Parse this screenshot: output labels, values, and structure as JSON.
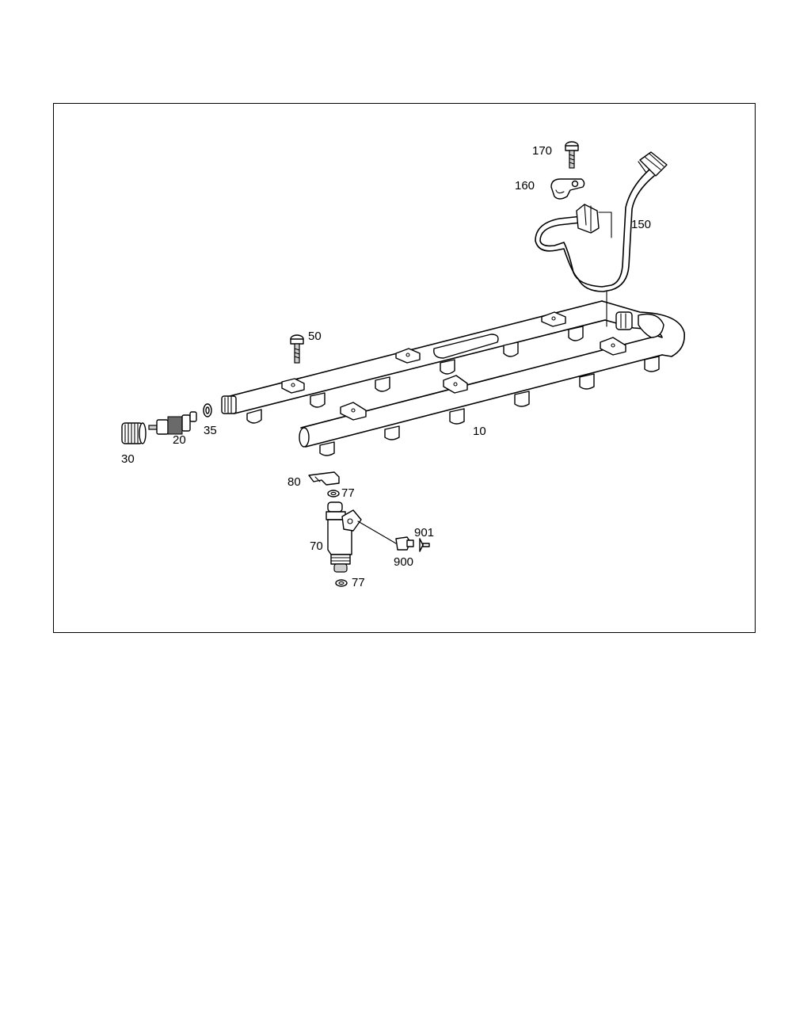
{
  "diagram": {
    "callouts": {
      "c10": "10",
      "c20": "20",
      "c30": "30",
      "c35": "35",
      "c50": "50",
      "c70": "70",
      "c77a": "77",
      "c77b": "77",
      "c80": "80",
      "c150": "150",
      "c160": "160",
      "c170": "170",
      "c900": "900",
      "c901": "901"
    }
  }
}
